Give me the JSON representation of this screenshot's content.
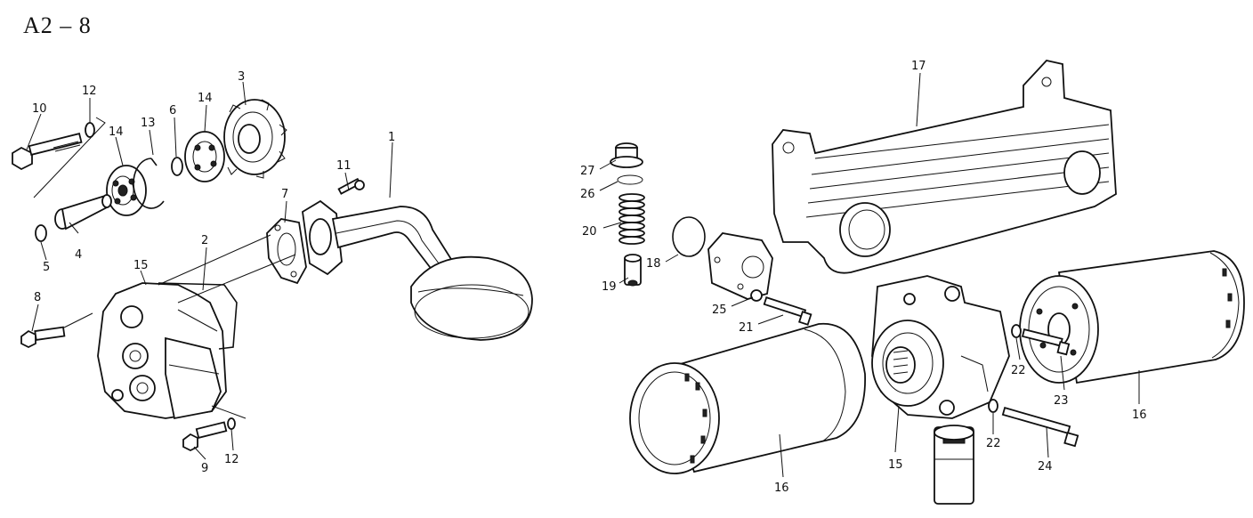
{
  "title": "A2 – 8",
  "callouts": {
    "c1": "1",
    "c2": "2",
    "c3": "3",
    "c4": "4",
    "c5": "5",
    "c6": "6",
    "c7": "7",
    "c8": "8",
    "c9": "9",
    "c10": "10",
    "c11": "11",
    "c12a": "12",
    "c12b": "12",
    "c13": "13",
    "c14a": "14",
    "c14b": "14",
    "c15a": "15",
    "c15b": "15",
    "c16a": "16",
    "c16b": "16",
    "c17": "17",
    "c18": "18",
    "c19": "19",
    "c20": "20",
    "c21": "21",
    "c22a": "22",
    "c22b": "22",
    "c23": "23",
    "c24": "24",
    "c25": "25",
    "c26": "26",
    "c27": "27"
  }
}
